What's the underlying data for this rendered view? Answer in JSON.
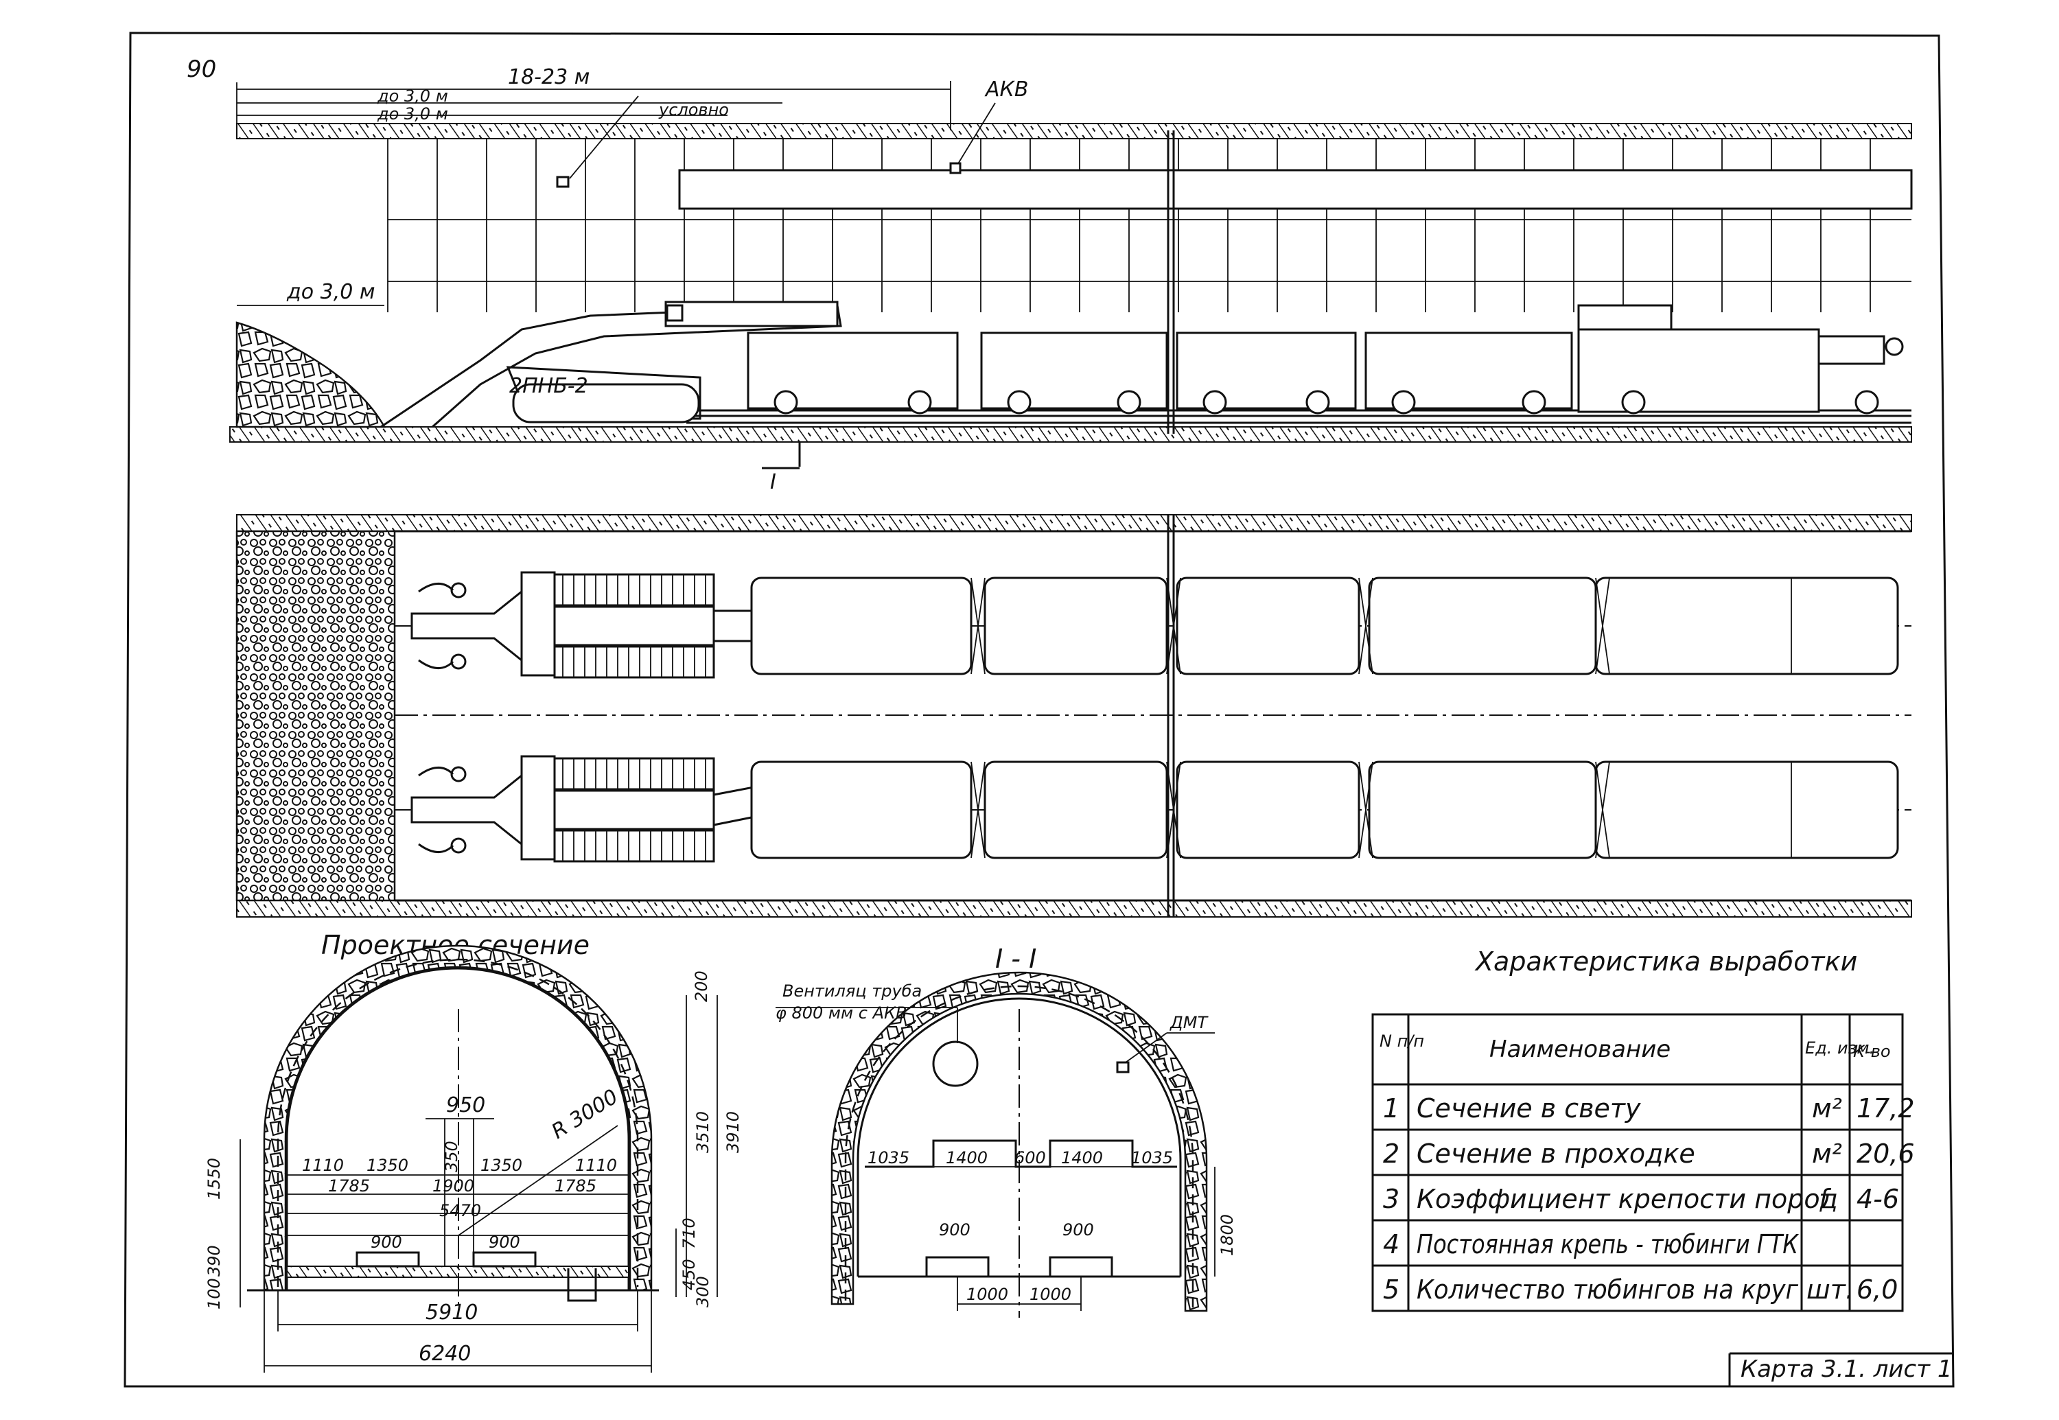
{
  "sheet": {
    "page_number": "90",
    "card_label": "Карта 3.1. лист 1"
  },
  "profile": {
    "dim_span": "18-23 м",
    "dim_upto": "до 3,0 м",
    "dim_upto_small": "до 3,0 м",
    "dim_conditional": "условно",
    "dim_left_face": "до 3,0 м",
    "vent_label": "АКВ",
    "machine_label": "2ПНБ-2",
    "section_mark": "I"
  },
  "sections": {
    "design_title": "Проектное сечение",
    "cut_title": "I - I",
    "design": {
      "dims_top": [
        "1110",
        "1350",
        "350",
        "1350",
        "1110"
      ],
      "dims_mid": [
        "1785",
        "1900",
        "1785"
      ],
      "dim_center": "950",
      "radius": "R 3000",
      "dim_5470": "5470",
      "rail_gauge": [
        "900",
        "900"
      ],
      "left_dims": [
        "1550",
        "390",
        "100"
      ],
      "right_dims": [
        "200",
        "3510",
        "3910",
        "710",
        "450",
        "300"
      ],
      "bottom_5910": "5910",
      "bottom_6240": "6240"
    },
    "cut": {
      "pipe_label_1": "Вентиляц труба",
      "pipe_label_2": "φ 800 мм с АКВ",
      "dmt_label": "ДМТ",
      "dims_top": [
        "1035",
        "1400",
        "600",
        "1400",
        "1035"
      ],
      "height_dim": "1800",
      "rail_gauge": [
        "900",
        "900"
      ],
      "bottom_dims": [
        "1000",
        "1000"
      ]
    }
  },
  "table": {
    "title": "Характеристика выработки",
    "headers": {
      "num": "N п/п",
      "name": "Наименование",
      "unit": "Ед. изм.",
      "qty": "К-во"
    },
    "rows": [
      {
        "num": "1",
        "name": "Сечение в свету",
        "unit": "м²",
        "qty": "17,2"
      },
      {
        "num": "2",
        "name": "Сечение в проходке",
        "unit": "м²",
        "qty": "20,6"
      },
      {
        "num": "3",
        "name": "Коэффициент крепости пород",
        "unit": "f",
        "qty": "4-6"
      },
      {
        "num": "4",
        "name": "Постоянная крепь - тюбинги ГТК",
        "unit": "",
        "qty": ""
      },
      {
        "num": "5",
        "name": "Количество тюбингов на круг",
        "unit": "шт.",
        "qty": "6,0"
      }
    ]
  }
}
